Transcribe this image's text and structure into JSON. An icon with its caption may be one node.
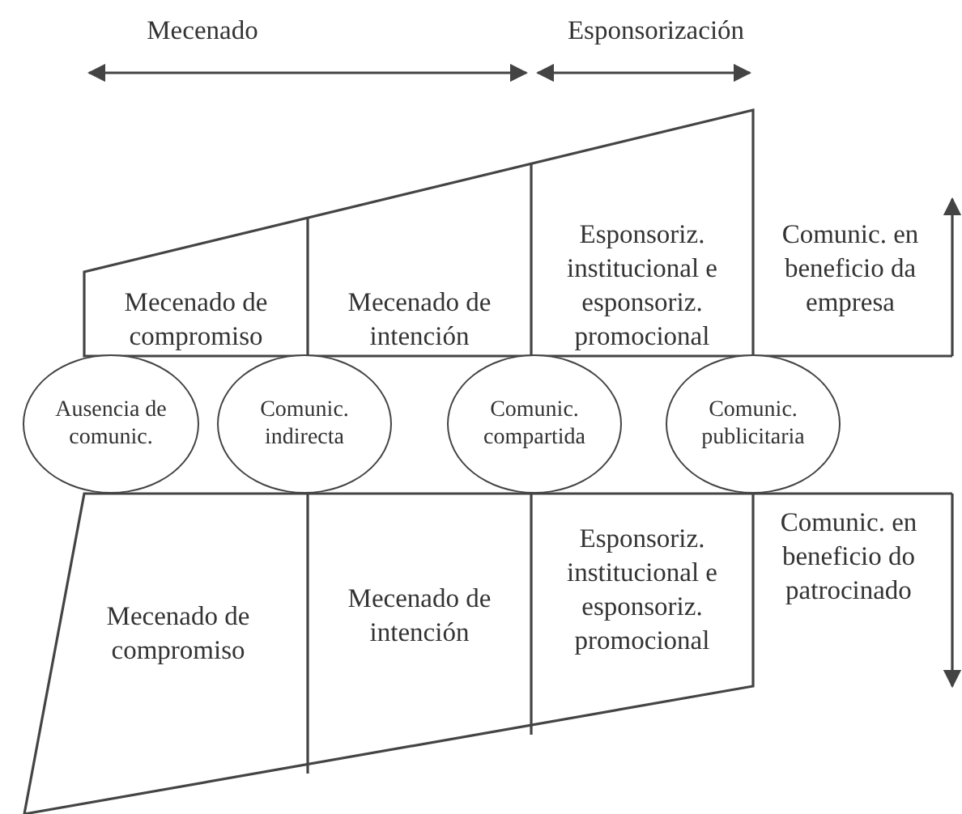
{
  "diagram": {
    "nodes": [
      {
        "text": [
          "Ausencia de comunic."
        ]
      },
      {
        "text": [
          "Comunic. indirecta"
        ]
      },
      {
        "text": [
          "Comunic. compartida"
        ]
      },
      {
        "text": [
          "Comunic. publicitaria"
        ]
      },
      {
        "text": [
          "Mecenado de compromiso"
        ]
      },
      {
        "text": [
          "Mecenado de intención"
        ]
      },
      {
        "text": [
          "Esponsoriz. institucional e esponsoriz. promocional"
        ]
      },
      {
        "text": [
          "Mecenado de compromiso"
        ]
      },
      {
        "text": [
          "Mecenado de intención"
        ]
      },
      {
        "text": [
          "Esponsoriz. institucional e esponsoriz. promocional"
        ]
      }
    ],
    "edges": [],
    "labels": [
      "Mecenado",
      "Esponsorización",
      "Comunic. en beneficio da empresa",
      "Comunic. en beneficio do patrocinado"
    ]
  }
}
